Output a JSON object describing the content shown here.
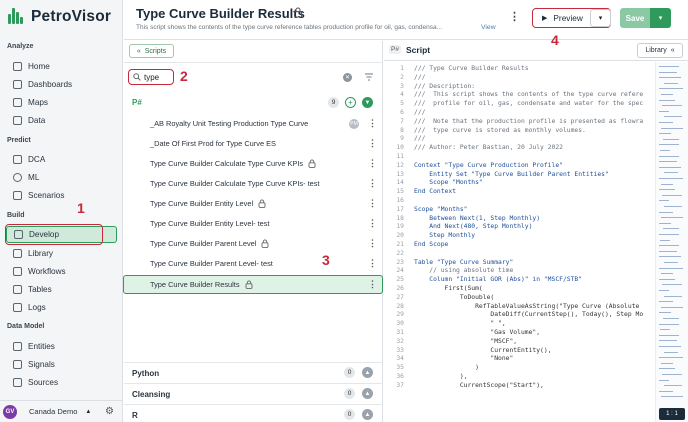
{
  "app": {
    "brand": "PetroVisor"
  },
  "sidebar": {
    "sections": [
      {
        "label": "Analyze",
        "items": [
          "Home",
          "Dashboards",
          "Maps",
          "Data"
        ]
      },
      {
        "label": "Predict",
        "items": [
          "DCA",
          "ML",
          "Scenarios"
        ]
      },
      {
        "label": "Build",
        "items": [
          "Develop",
          "Library",
          "Workflows",
          "Tables",
          "Logs"
        ]
      },
      {
        "label": "Data Model",
        "items": [
          "Entities",
          "Signals",
          "Sources"
        ]
      }
    ],
    "active_item": "Develop",
    "user_initials": "GV",
    "workspace": "Canada Demo"
  },
  "header": {
    "title": "Type Curve Builder Results",
    "subtitle": "This script shows the contents of the type curve reference tables production profile for oil, gas, condensa...",
    "view_link": "View",
    "preview_label": "Preview",
    "save_label": "Save"
  },
  "left_panel": {
    "scripts_label": "Scripts",
    "search_value": "type",
    "group_name": "P#",
    "group_count": "9",
    "items": [
      {
        "label": "_AB Royalty Unit Testing Production Type Curve",
        "locked": false,
        "badge": "PM"
      },
      {
        "label": "_Date Of First Prod for Type Curve ES",
        "locked": false
      },
      {
        "label": "Type Curve Builder Calculate Type Curve KPIs",
        "locked": true
      },
      {
        "label": "Type Curve Builder Calculate Type Curve KPIs- test",
        "locked": false
      },
      {
        "label": "Type Curve Builder Entity Level",
        "locked": true
      },
      {
        "label": "Type Curve Builder Entity Level- test",
        "locked": false
      },
      {
        "label": "Type Curve Builder Parent Level",
        "locked": true
      },
      {
        "label": "Type Curve Builder Parent Level- test",
        "locked": false
      },
      {
        "label": "Type Curve Builder Results",
        "locked": true,
        "selected": true
      }
    ],
    "other_groups": [
      {
        "name": "Python",
        "count": "0"
      },
      {
        "name": "Cleansing",
        "count": "0"
      },
      {
        "name": "R",
        "count": "0"
      }
    ]
  },
  "script_panel": {
    "badge": "P#",
    "title": "Script",
    "library_label": "Library",
    "zoom": "1 : 1",
    "lines": [
      "/// Type Curve Builder Results",
      "///",
      "/// Description:",
      "///  This script shows the contents of the type curve refere",
      "///  profile for oil, gas, condensate and water for the spec",
      "///",
      "///  Note that the production profile is presented as flowra",
      "///  type curve is stored as monthly volumes.",
      "///",
      "/// Author: Peter Bastian, 20 July 2022",
      "",
      "Context \"Type Curve Production Profile\"",
      "    Entity Set \"Type Curve Builder Parent Entities\"",
      "    Scope \"Months\"",
      "End Context",
      "",
      "Scope \"Months\"",
      "    Between Next(1, Step Monthly)",
      "    And Next(480, Step Monthly)",
      "    Step Monthly",
      "End Scope",
      "",
      "Table \"Type Curve Summary\"",
      "    // using absolute time",
      "    Column \"Initial GOR (Abs)\" in \"MSCF/STB\"",
      "        First(Sum(",
      "            ToDouble(",
      "                RefTableValueAsString(\"Type Curve (Absolute",
      "                    DateDiff(CurrentStep(), Today(), Step Mo",
      "                    \" \",",
      "                    \"Gas Volume\",",
      "                    \"MSCF\",",
      "                    CurrentEntity(),",
      "                    \"None\"",
      "                )",
      "            ),",
      "            CurrentScope(\"Start\"),"
    ]
  },
  "annotations": [
    "1",
    "2",
    "3",
    "4"
  ]
}
